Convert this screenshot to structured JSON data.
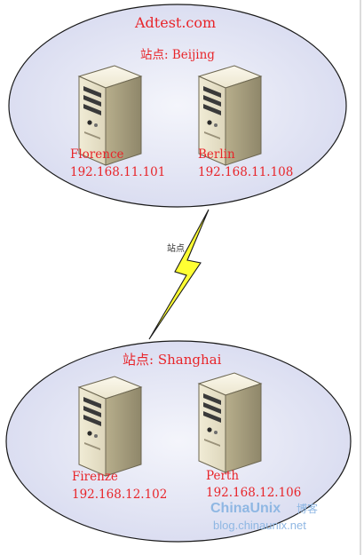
{
  "diagram": {
    "domain_name": "Adtest.com",
    "link_label": "站点",
    "sites": [
      {
        "label": "站点: Beijing",
        "servers": [
          {
            "name": "Florence",
            "ip": "192.168.11.101"
          },
          {
            "name": "Berlin",
            "ip": "192.168.11.108"
          }
        ]
      },
      {
        "label": "站点: Shanghai",
        "servers": [
          {
            "name": "Firenze",
            "ip": "192.168.12.102"
          },
          {
            "name": "Perth",
            "ip": "192.168.12.106"
          }
        ]
      }
    ]
  },
  "watermark": {
    "brand": "ChinaUnix",
    "brand_suffix": "博客",
    "url": "blog.chinaunix.net"
  },
  "colors": {
    "text_red": "#e8252a",
    "ellipse_fill": "#dde0f3",
    "bolt_fill": "#ffff33",
    "watermark": "#8fb7e3"
  }
}
